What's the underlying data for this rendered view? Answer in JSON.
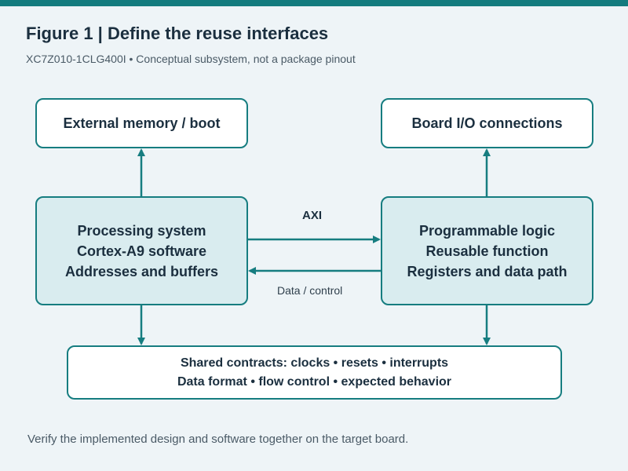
{
  "header": {
    "title": "Figure 1 | Define the reuse interfaces",
    "subtitle": "XC7Z010-1CLG400I  •  Conceptual subsystem, not a package pinout"
  },
  "boxes": {
    "external_memory": {
      "label": "External memory / boot"
    },
    "board_io": {
      "label": "Board I/O connections"
    },
    "processing_system": {
      "lines": [
        "Processing system",
        "Cortex-A9 software",
        "Addresses and buffers"
      ]
    },
    "programmable_logic": {
      "lines": [
        "Programmable logic",
        "Reusable function",
        "Registers and data path"
      ]
    },
    "shared_contracts": {
      "lines": [
        "Shared contracts: clocks • resets • interrupts",
        "Data format • flow control • expected behavior"
      ]
    }
  },
  "arrow_labels": {
    "axi": "AXI",
    "data_control": "Data / control"
  },
  "footer": "Verify the implemented design and software together on the target board.",
  "colors": {
    "accent": "#167d80",
    "top_bar": "#137b7e",
    "background": "#eef4f7",
    "box_fill_light": "#ffffff",
    "box_fill_teal": "#d9ecef",
    "text_dark": "#1b2f3f"
  }
}
